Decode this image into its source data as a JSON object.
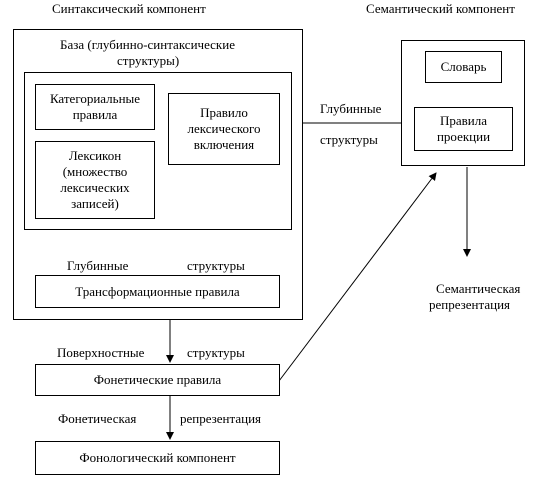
{
  "headings": {
    "syntactic": "Синтаксический компонент",
    "semantic": "Семантический компонент"
  },
  "syntax": {
    "base_label_1": "База (глубинно-синтаксические",
    "base_label_2": "структуры)",
    "categorial_1": "Категориальные",
    "categorial_2": "правила",
    "lexicon_1": "Лексикон",
    "lexicon_2": "(множество",
    "lexicon_3": "лексических",
    "lexicon_4": "записей)",
    "insertion_1": "Правило",
    "insertion_2": "лексического",
    "insertion_3": "включения",
    "deep_left": "Глубинные",
    "deep_right": "структуры",
    "transform": "Трансформационные правила"
  },
  "semantics": {
    "dictionary": "Словарь",
    "projection_1": "Правила",
    "projection_2": "проекции",
    "deep_1": "Глубинные",
    "deep_2": "структуры",
    "repr_1": "Семантическая",
    "repr_2": "репрезентация"
  },
  "phonetics": {
    "surface_left": "Поверхностные",
    "surface_right": "структуры",
    "rules": "Фонетические правила",
    "repr_left": "Фонетическая",
    "repr_right": "репрезентация",
    "phonological": "Фонологический компонент"
  }
}
